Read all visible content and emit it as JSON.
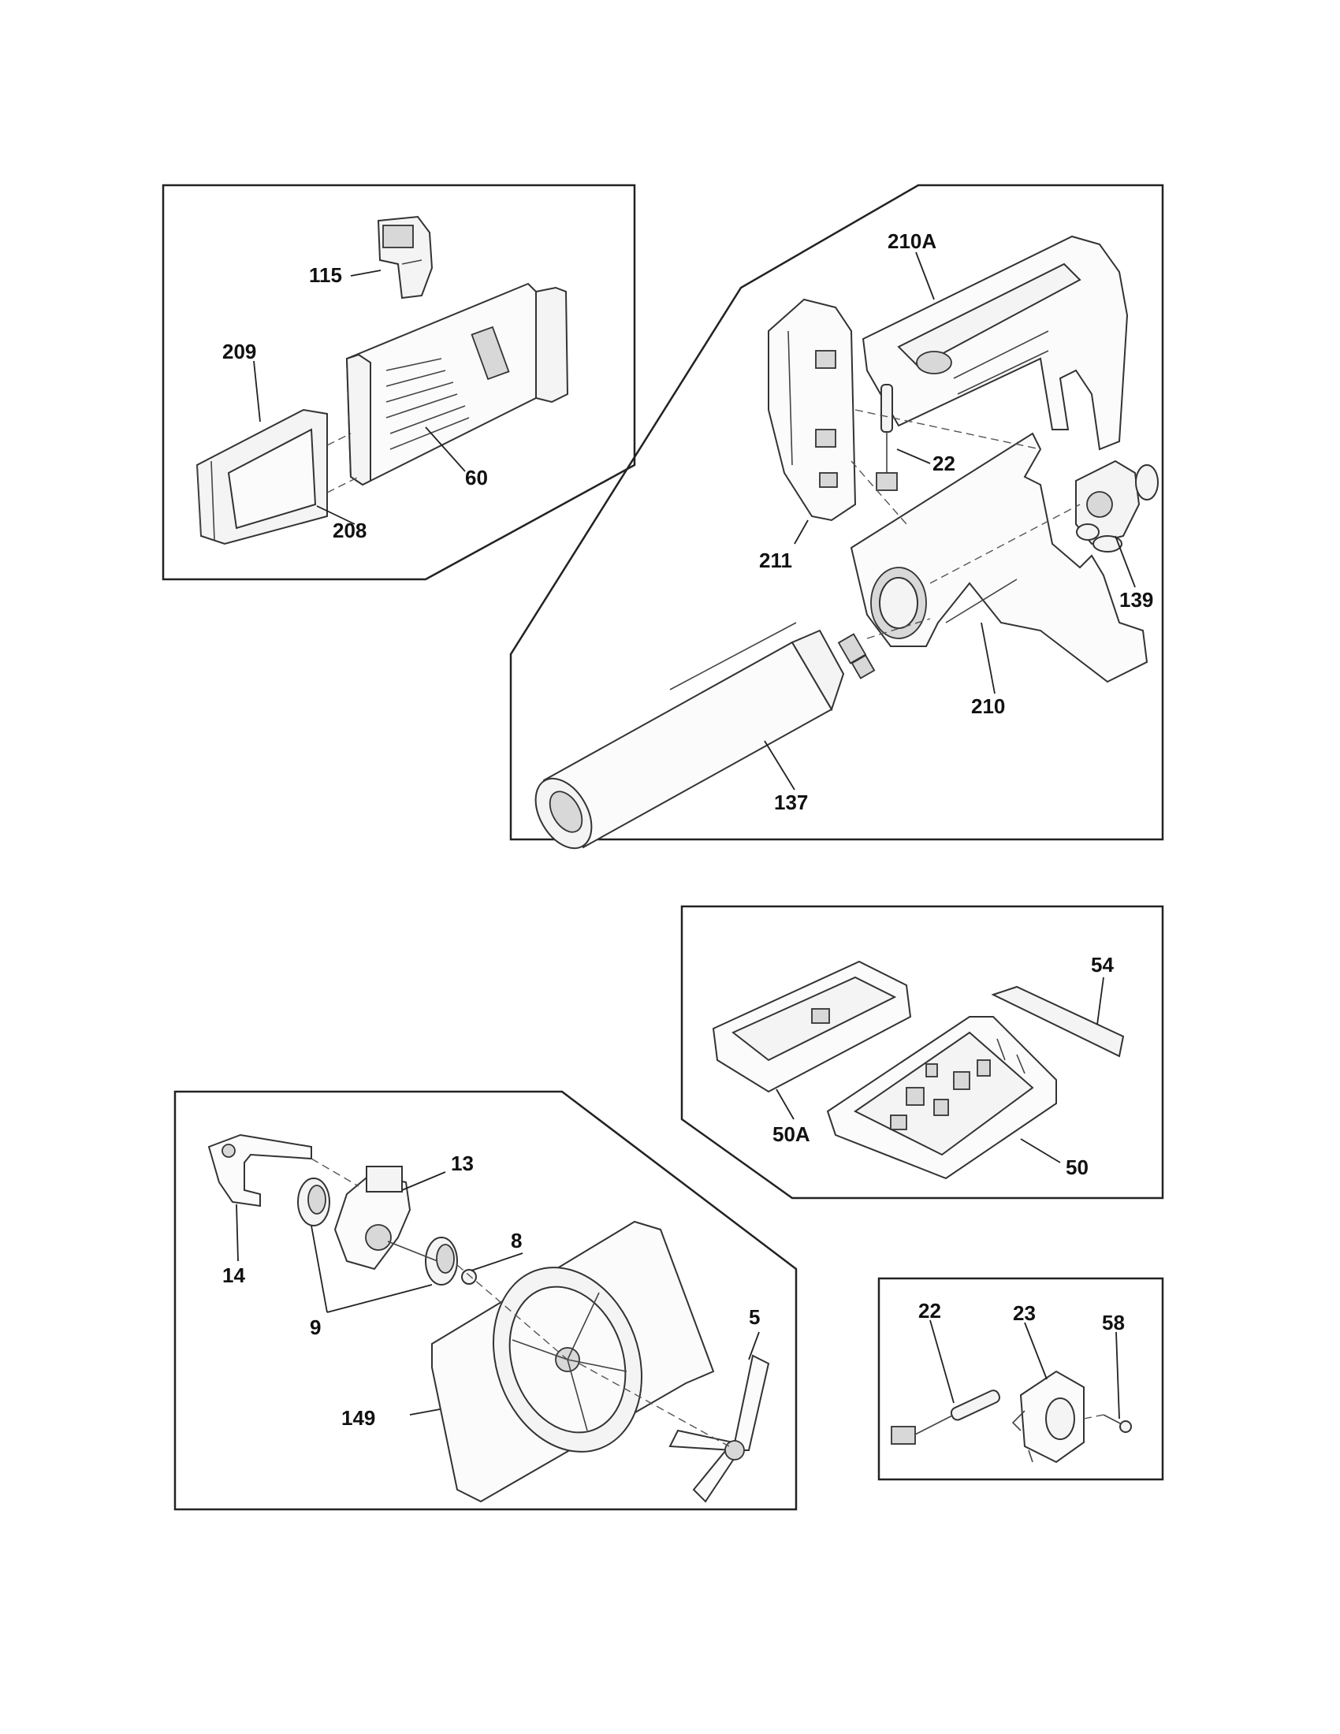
{
  "callouts": {
    "c115": "115",
    "c209": "209",
    "c60": "60",
    "c208": "208",
    "c210A": "210A",
    "c22a": "22",
    "c211": "211",
    "c139": "139",
    "c210": "210",
    "c137": "137",
    "c54": "54",
    "c50A": "50A",
    "c50": "50",
    "c13": "13",
    "c14": "14",
    "c8": "8",
    "c9": "9",
    "c5": "5",
    "c149": "149",
    "c22b": "22",
    "c23": "23",
    "c58": "58"
  }
}
